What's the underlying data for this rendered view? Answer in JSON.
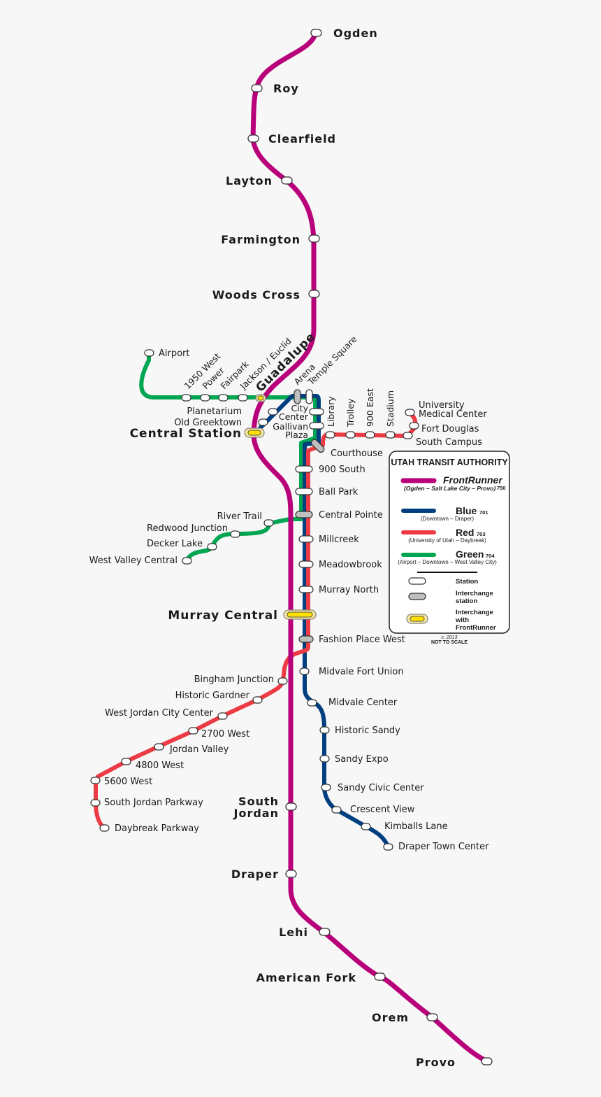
{
  "colors": {
    "frontrunner": "#b8007a",
    "blue": "#003f7f",
    "red": "#ec3b44",
    "green": "#00a651",
    "interchange": "#bfbfbf",
    "frontrunner_interchange": "#ffe000",
    "background": "#f7f7f7"
  },
  "frontrunner_stations": [
    "Ogden",
    "Roy",
    "Clearfield",
    "Layton",
    "Farmington",
    "Woods Cross",
    "Central Station",
    "Murray Central",
    "South",
    "Jordan",
    "Draper",
    "Lehi",
    "American Fork",
    "Orem",
    "Provo"
  ],
  "green_west": [
    "Airport",
    "1950 West",
    "Power",
    "Fairpark",
    "Jackson / Euclid",
    "Guadalupe"
  ],
  "downtown": {
    "arena": "Arena",
    "temple_square": "Temple Square",
    "planetarium": "Planetarium",
    "old_greektown": "Old Greektown",
    "city_center_1": "City",
    "city_center_2": "Center",
    "gallivan_1": "Gallivan",
    "gallivan_2": "Plaza",
    "library": "Library",
    "courthouse": "Courthouse"
  },
  "red_university": [
    "Trolley",
    "900 East",
    "Stadium",
    "University",
    "Medical Center",
    "Fort Douglas",
    "South Campus"
  ],
  "trunk_stations": [
    "900 South",
    "Ball Park",
    "Central Pointe",
    "Millcreek",
    "Meadowbrook",
    "Murray North",
    "Fashion Place West"
  ],
  "green_wvc": [
    "River Trail",
    "Redwood Junction",
    "Decker Lake",
    "West Valley Central"
  ],
  "red_daybreak": [
    "Bingham Junction",
    "Historic Gardner",
    "West Jordan City Center",
    "2700 West",
    "Jordan Valley",
    "4800 West",
    "5600 West",
    "South Jordan Parkway",
    "Daybreak Parkway"
  ],
  "blue_draper": [
    "Midvale Fort Union",
    "Midvale Center",
    "Historic Sandy",
    "Sandy Expo",
    "Sandy Civic Center",
    "Crescent View",
    "Kimballs Lane",
    "Draper Town Center"
  ],
  "legend": {
    "title": "UTAH TRANSIT AUTHORITY",
    "frontrunner_name": "FrontRunner",
    "frontrunner_sub": "(Ogden – Salt Lake City – Provo)",
    "frontrunner_num": "750",
    "blue_name": "Blue",
    "blue_num": "701",
    "blue_sub": "(Downtown – Draper)",
    "red_name": "Red",
    "red_num": "703",
    "red_sub": "(University of Utah – Daybreak)",
    "green_name": "Green",
    "green_num": "704",
    "green_sub": "(Airport – Downtown – West Valley City)",
    "station": "Station",
    "interchange_1": "Interchange",
    "interchange_2": "station",
    "fr_ix_1": "Interchange",
    "fr_ix_2": "with",
    "fr_ix_3": "FrontRunner",
    "copyright": "c. 2013",
    "not_to_scale": "NOT TO SCALE"
  }
}
